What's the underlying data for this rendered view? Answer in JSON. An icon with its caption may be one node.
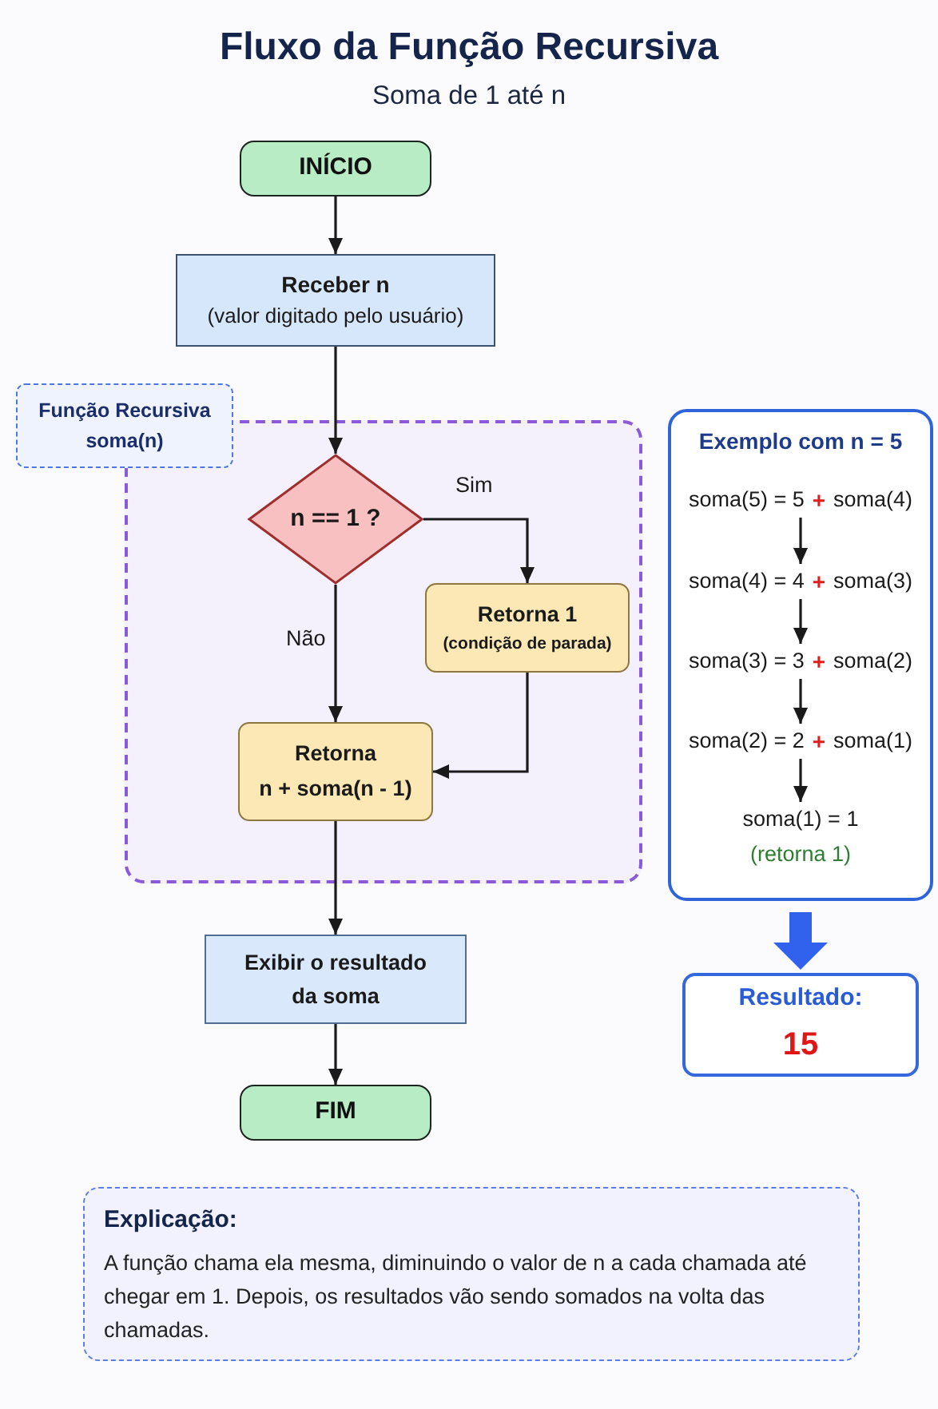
{
  "diagram": {
    "title": "Fluxo da Função Recursiva",
    "nodes": [
      {
        "text": [
          "INÍCIO"
        ]
      },
      {
        "text": [
          "Receber n",
          "(valor digitado pelo usuário)"
        ]
      },
      {
        "text": [
          "Função Recursiva",
          "soma(n)"
        ]
      },
      {
        "text": [],
        "shape": "box"
      },
      {
        "text": [
          "n == 1 ?"
        ],
        "in": 3
      },
      {
        "text": [
          "Retorna 1",
          "(condição de parada)"
        ],
        "in": 3
      },
      {
        "text": [
          "Retorna",
          "n + soma(n - 1)"
        ],
        "in": 3
      },
      {
        "text": [
          "Exibir o resultado da soma"
        ]
      },
      {
        "text": [
          "FIM"
        ]
      },
      {
        "text": [
          "Exemplo com n = 5"
        ]
      },
      {
        "text": [
          "soma(5) = 5",
          "+",
          "soma(4)"
        ],
        "in": 9
      },
      {
        "text": [
          "soma(4) = 4",
          "+",
          "soma(3)"
        ],
        "in": 9
      },
      {
        "text": [
          "soma(3) = 3",
          "+",
          "soma(2)"
        ],
        "in": 9
      },
      {
        "text": [
          "soma(2) = 2",
          "+",
          "soma(1)"
        ],
        "in": 9
      },
      {
        "text": [
          "soma(1) = 1",
          "(retorna 1)"
        ],
        "in": 9
      },
      {
        "text": [
          "Resultado:",
          "15"
        ]
      },
      {
        "text": [
          "Explicação:",
          "A função chama ela mesma, diminuindo o valor de n a cada chamada até chegar em 1. Depois, os resultados vão sendo somados na volta das chamadas."
        ]
      }
    ],
    "edges": [
      {
        "from": 0,
        "to": 1,
        "arrow": "to"
      },
      {
        "from": 1,
        "to": 4,
        "arrow": "to"
      },
      {
        "from": 4,
        "to": 5,
        "arrow": "to",
        "label": "Sim"
      },
      {
        "from": 4,
        "to": 6,
        "arrow": "to",
        "label": "Não"
      },
      {
        "from": 5,
        "to": 6,
        "arrow": "to"
      },
      {
        "from": 6,
        "to": 7,
        "arrow": "to"
      },
      {
        "from": 7,
        "to": 8,
        "arrow": "to"
      },
      {
        "from": 10,
        "to": 11,
        "arrow": "to"
      },
      {
        "from": 11,
        "to": 12,
        "arrow": "to"
      },
      {
        "from": 12,
        "to": 13,
        "arrow": "to"
      },
      {
        "from": 13,
        "to": 14,
        "arrow": "to"
      },
      {
        "from": 9,
        "to": 15,
        "arrow": "to",
        "style": "thick",
        "color": "#3062ee"
      }
    ],
    "labels": [
      "Soma de 1 até n"
    ]
  }
}
